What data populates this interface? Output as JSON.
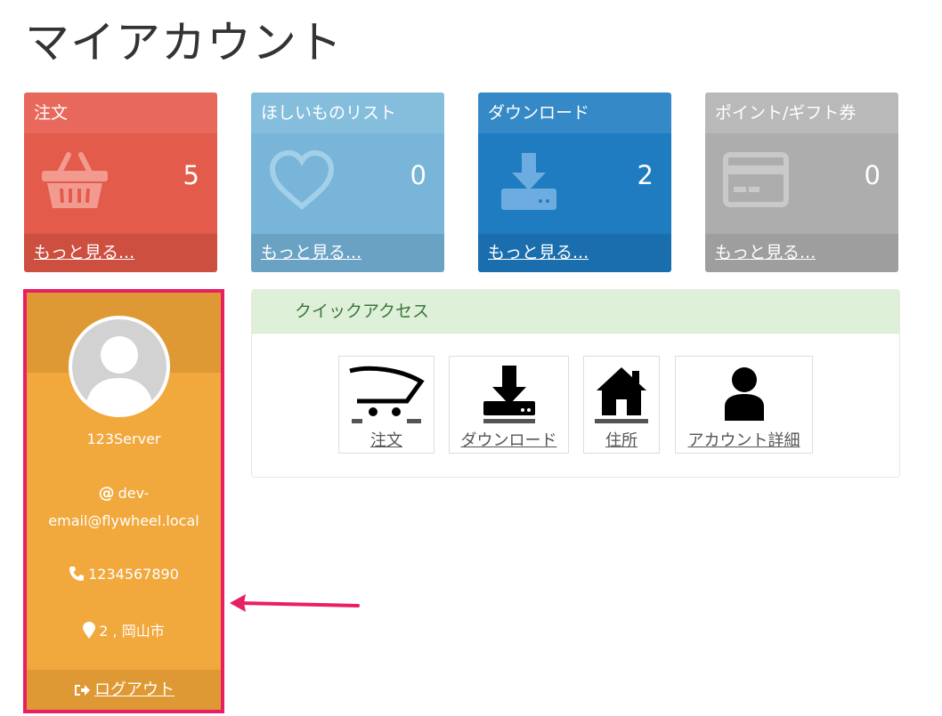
{
  "page": {
    "title": "マイアカウント"
  },
  "cards": [
    {
      "title": "注文",
      "count": "5",
      "link": "もっと見る...",
      "icon": "basket-icon"
    },
    {
      "title": "ほしいものリスト",
      "count": "0",
      "link": "もっと見る...",
      "icon": "heart-icon"
    },
    {
      "title": "ダウンロード",
      "count": "2",
      "link": "もっと見る...",
      "icon": "download-icon"
    },
    {
      "title": "ポイント/ギフト券",
      "count": "0",
      "link": "もっと見る...",
      "icon": "credit-card-icon"
    }
  ],
  "profile": {
    "name": "123Server",
    "email_line1": "dev-",
    "email_line2": "email@flywheel.local",
    "phone": "1234567890",
    "address": "2 , 岡山市",
    "logout": "ログアウト",
    "icons": {
      "avatar": "user-avatar-icon",
      "email": "at-icon",
      "phone": "phone-icon",
      "address": "map-marker-icon",
      "logout": "sign-out-icon"
    }
  },
  "quick_access": {
    "title": "クイックアクセス",
    "items": [
      {
        "label": "注文",
        "icon": "cart-icon"
      },
      {
        "label": "ダウンロード",
        "icon": "download-icon"
      },
      {
        "label": "住所",
        "icon": "home-icon"
      },
      {
        "label": "アカウント詳細",
        "icon": "user-icon"
      }
    ]
  },
  "colors": {
    "orders": "#e35b4b",
    "wishlist": "#78b5d8",
    "downloads": "#1f7cc1",
    "points": "#adadad",
    "profile": "#f1a83d",
    "highlight": "#ea1e63",
    "quick_access_header": "#dff0d8"
  }
}
